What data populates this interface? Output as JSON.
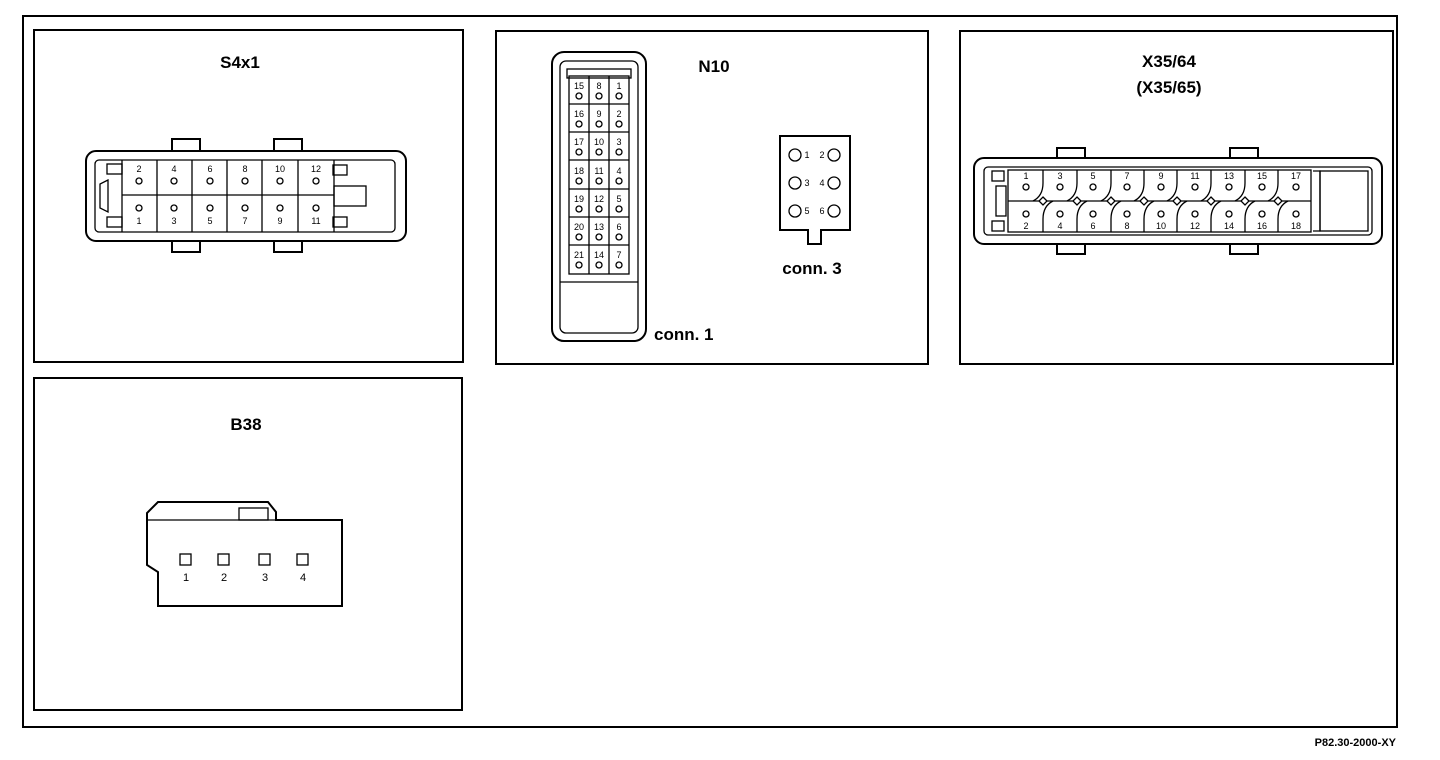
{
  "figure": {
    "reference": "P82.30-2000-XY"
  },
  "connectors": {
    "s4x1": {
      "title": "S4x1",
      "pins_top": [
        "2",
        "4",
        "6",
        "8",
        "10",
        "12"
      ],
      "pins_bottom": [
        "1",
        "3",
        "5",
        "7",
        "9",
        "11"
      ]
    },
    "n10": {
      "title": "N10",
      "conn1": {
        "caption": "conn. 1",
        "grid_rows": [
          [
            "15",
            "8",
            "1"
          ],
          [
            "16",
            "9",
            "2"
          ],
          [
            "17",
            "10",
            "3"
          ],
          [
            "18",
            "11",
            "4"
          ],
          [
            "19",
            "12",
            "5"
          ],
          [
            "20",
            "13",
            "6"
          ],
          [
            "21",
            "14",
            "7"
          ]
        ]
      },
      "conn3": {
        "caption": "conn. 3",
        "pin_rows": [
          [
            "1",
            "2"
          ],
          [
            "3",
            "4"
          ],
          [
            "5",
            "6"
          ]
        ]
      }
    },
    "x35_64": {
      "title": "X35/64",
      "subtitle": "(X35/65)",
      "pins_top": [
        "1",
        "3",
        "5",
        "7",
        "9",
        "11",
        "13",
        "15",
        "17"
      ],
      "pins_bottom": [
        "2",
        "4",
        "6",
        "8",
        "10",
        "12",
        "14",
        "16",
        "18"
      ]
    },
    "b38": {
      "title": "B38",
      "pins": [
        "1",
        "2",
        "3",
        "4"
      ]
    }
  }
}
